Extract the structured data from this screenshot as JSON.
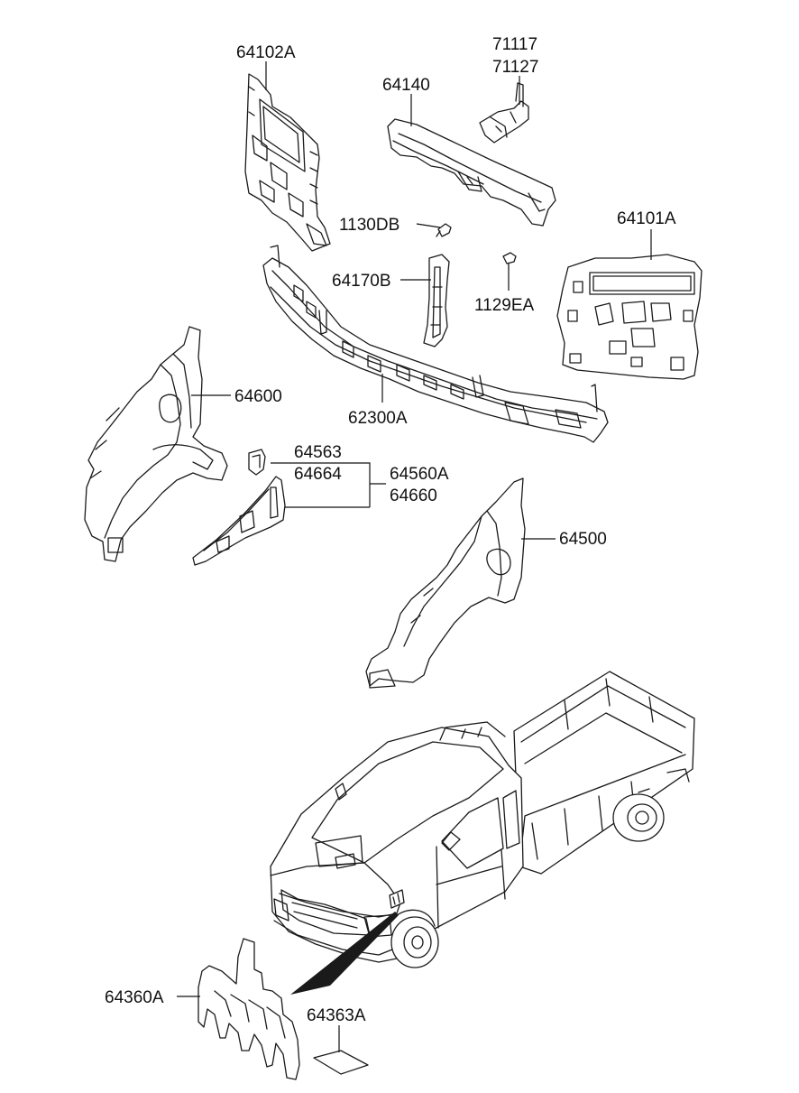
{
  "diagram": {
    "labels": {
      "l64102A": "64102A",
      "l71117": "71117",
      "l71127": "71127",
      "l64140": "64140",
      "l1130DB": "1130DB",
      "l64101A": "64101A",
      "l64170B": "64170B",
      "l1129EA": "1129EA",
      "l64600": "64600",
      "l62300A": "62300A",
      "l64563": "64563",
      "l64664": "64664",
      "l64560A": "64560A",
      "l64660": "64660",
      "l64500": "64500",
      "l64360A": "64360A",
      "l64363A": "64363A"
    }
  }
}
